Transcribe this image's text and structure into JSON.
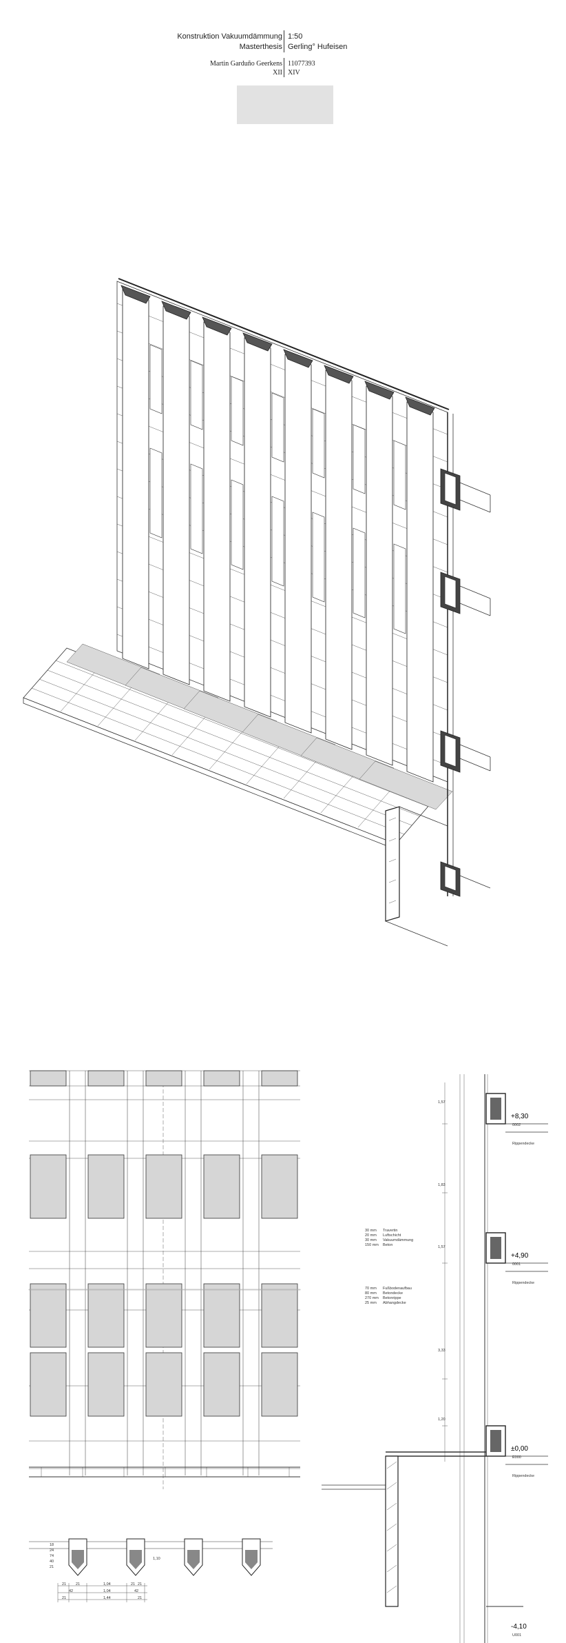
{
  "header": {
    "title_left": "Konstruktion Vakuumdämmung",
    "title_right": "1:50",
    "subtitle_left": "Masterthesis",
    "subtitle_right": "Gerling° Hufeisen",
    "author_left": "Martin Garduño Geerkens",
    "author_right": "11077393",
    "page_left": "XII",
    "page_right": "XIV"
  },
  "section": {
    "levels": [
      {
        "value": "+8,30",
        "code": "0002",
        "slab_label": "Rippendecke"
      },
      {
        "value": "+4,90",
        "code": "0001",
        "slab_label": "Rippendecke"
      },
      {
        "value": "±0,00",
        "code": "E000",
        "slab_label": "Rippendecke"
      },
      {
        "value": "-4,10",
        "code": "U001"
      }
    ],
    "wall_layers": [
      {
        "thickness": "30 mm",
        "name": "Travertin"
      },
      {
        "thickness": "20 mm",
        "name": "Luftschicht"
      },
      {
        "thickness": "30 mm",
        "name": "Vakuumdämmung"
      },
      {
        "thickness": "150 mm",
        "name": "Beton"
      }
    ],
    "floor_layers": [
      {
        "thickness": "70 mm",
        "name": "Fußbodenaufbau"
      },
      {
        "thickness": "80 mm",
        "name": "Betondecke"
      },
      {
        "thickness": "270 mm",
        "name": "Betonrippe"
      },
      {
        "thickness": "25 mm",
        "name": "Abhangdecke"
      }
    ],
    "vertical_dims": [
      "1,57",
      "1,83",
      "1,57",
      "3,33",
      "1,20"
    ]
  },
  "plan": {
    "dims_row1": [
      "21",
      "21",
      "1,04",
      "21",
      "21"
    ],
    "dims_row2": [
      "42",
      "1,04",
      "42"
    ],
    "dims_row3": [
      "21",
      "1,44",
      "21"
    ],
    "side_dims": [
      "18",
      "24",
      "74",
      "40",
      "21"
    ],
    "right_dim": "1,10"
  },
  "colors": {
    "line": "#333333",
    "glass": "#d6d6d6",
    "stamp": "#e2e2e2",
    "hatch": "#888888"
  }
}
